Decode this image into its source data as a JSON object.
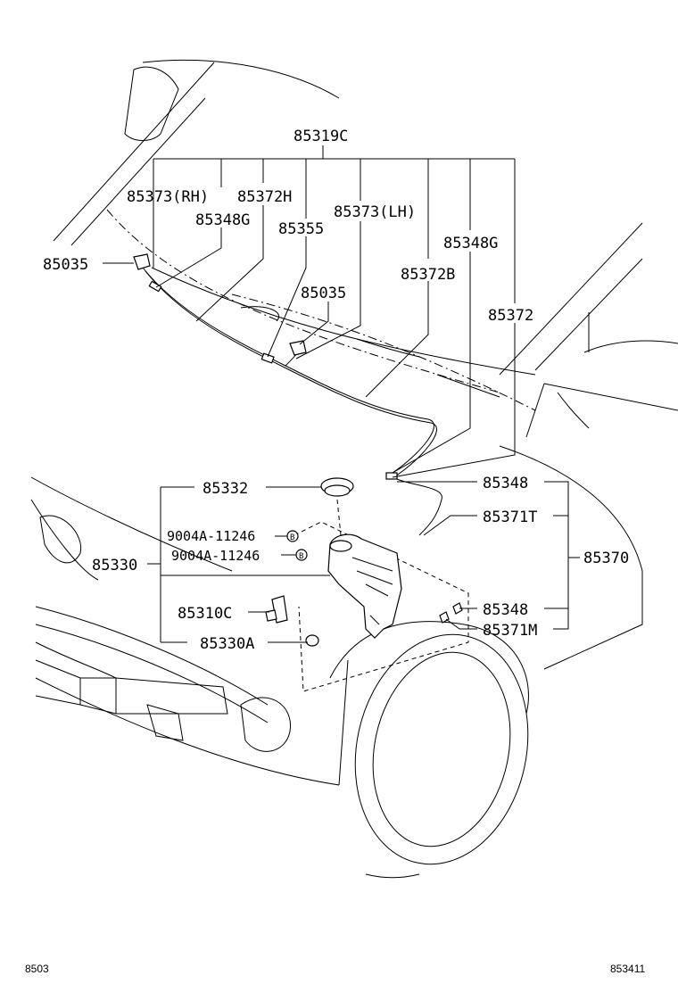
{
  "labels": {
    "p85319C": "85319C",
    "p85373RH": "85373(RH)",
    "p85372H": "85372H",
    "p85348G_a": "85348G",
    "p85355": "85355",
    "p85373LH": "85373(LH)",
    "p85348G_b": "85348G",
    "p85035_a": "85035",
    "p85035_b": "85035",
    "p85372B": "85372B",
    "p85372": "85372",
    "p85332": "85332",
    "p85348_a": "85348",
    "p90004A_a": "9004A-11246",
    "p90004A_b": "9004A-11246",
    "p85371T": "85371T",
    "p85330": "85330",
    "p85370": "85370",
    "p85310C": "85310C",
    "p85348_b": "85348",
    "p85330A": "85330A",
    "p85371M": "85371M",
    "bolt_b1": "B",
    "bolt_b2": "B"
  },
  "footer": {
    "left": "8503",
    "right": "853411"
  }
}
